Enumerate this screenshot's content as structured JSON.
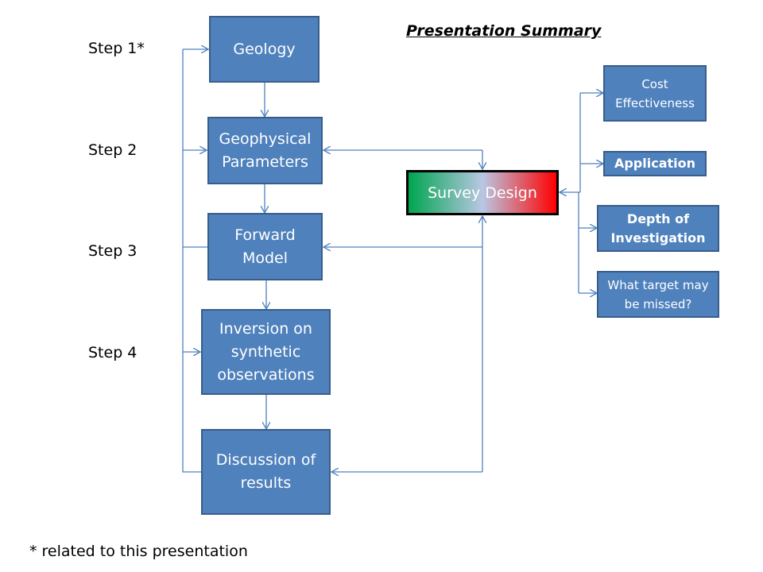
{
  "title": "Presentation Summary",
  "steps": [
    "Step 1*",
    "Step 2",
    "Step 3",
    "Step 4"
  ],
  "flow": {
    "geology": "Geology",
    "geophysical": "Geophysical\nParameters",
    "forward": "Forward\nModel",
    "inversion": "Inversion on\nsynthetic\nobservations",
    "discussion": "Discussion of\nresults"
  },
  "survey_design": "Survey Design",
  "factors": {
    "cost": "Cost\nEffectiveness",
    "application": "Application",
    "depth": "Depth of\nInvestigation",
    "target": "What target may\nbe missed?"
  },
  "footnote": "* related to this presentation",
  "colors": {
    "box_fill": "#4f81bd",
    "box_border": "#385d8a",
    "connector": "#4f81bd"
  }
}
